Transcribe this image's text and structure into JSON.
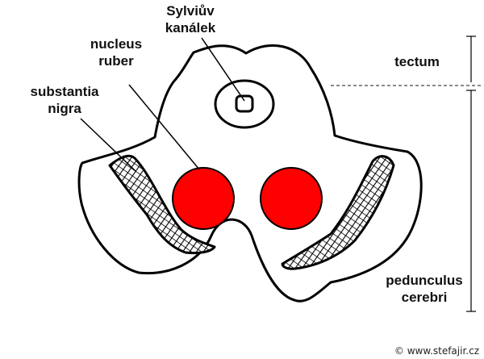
{
  "labels": {
    "sylvian_canal": [
      "Sylviův",
      "kanálek"
    ],
    "nucleus_ruber": [
      "nucleus",
      "ruber"
    ],
    "substantia_nigra": [
      "substantia",
      "nigra"
    ],
    "tectum": "tectum",
    "pedunculus_cerebri": [
      "pedunculus",
      "cerebri"
    ]
  },
  "copyright": "© www.stefajir.cz",
  "colors": {
    "nucleus_ruber": "#ff0000",
    "outline": "#000000",
    "background": "#ffffff"
  }
}
